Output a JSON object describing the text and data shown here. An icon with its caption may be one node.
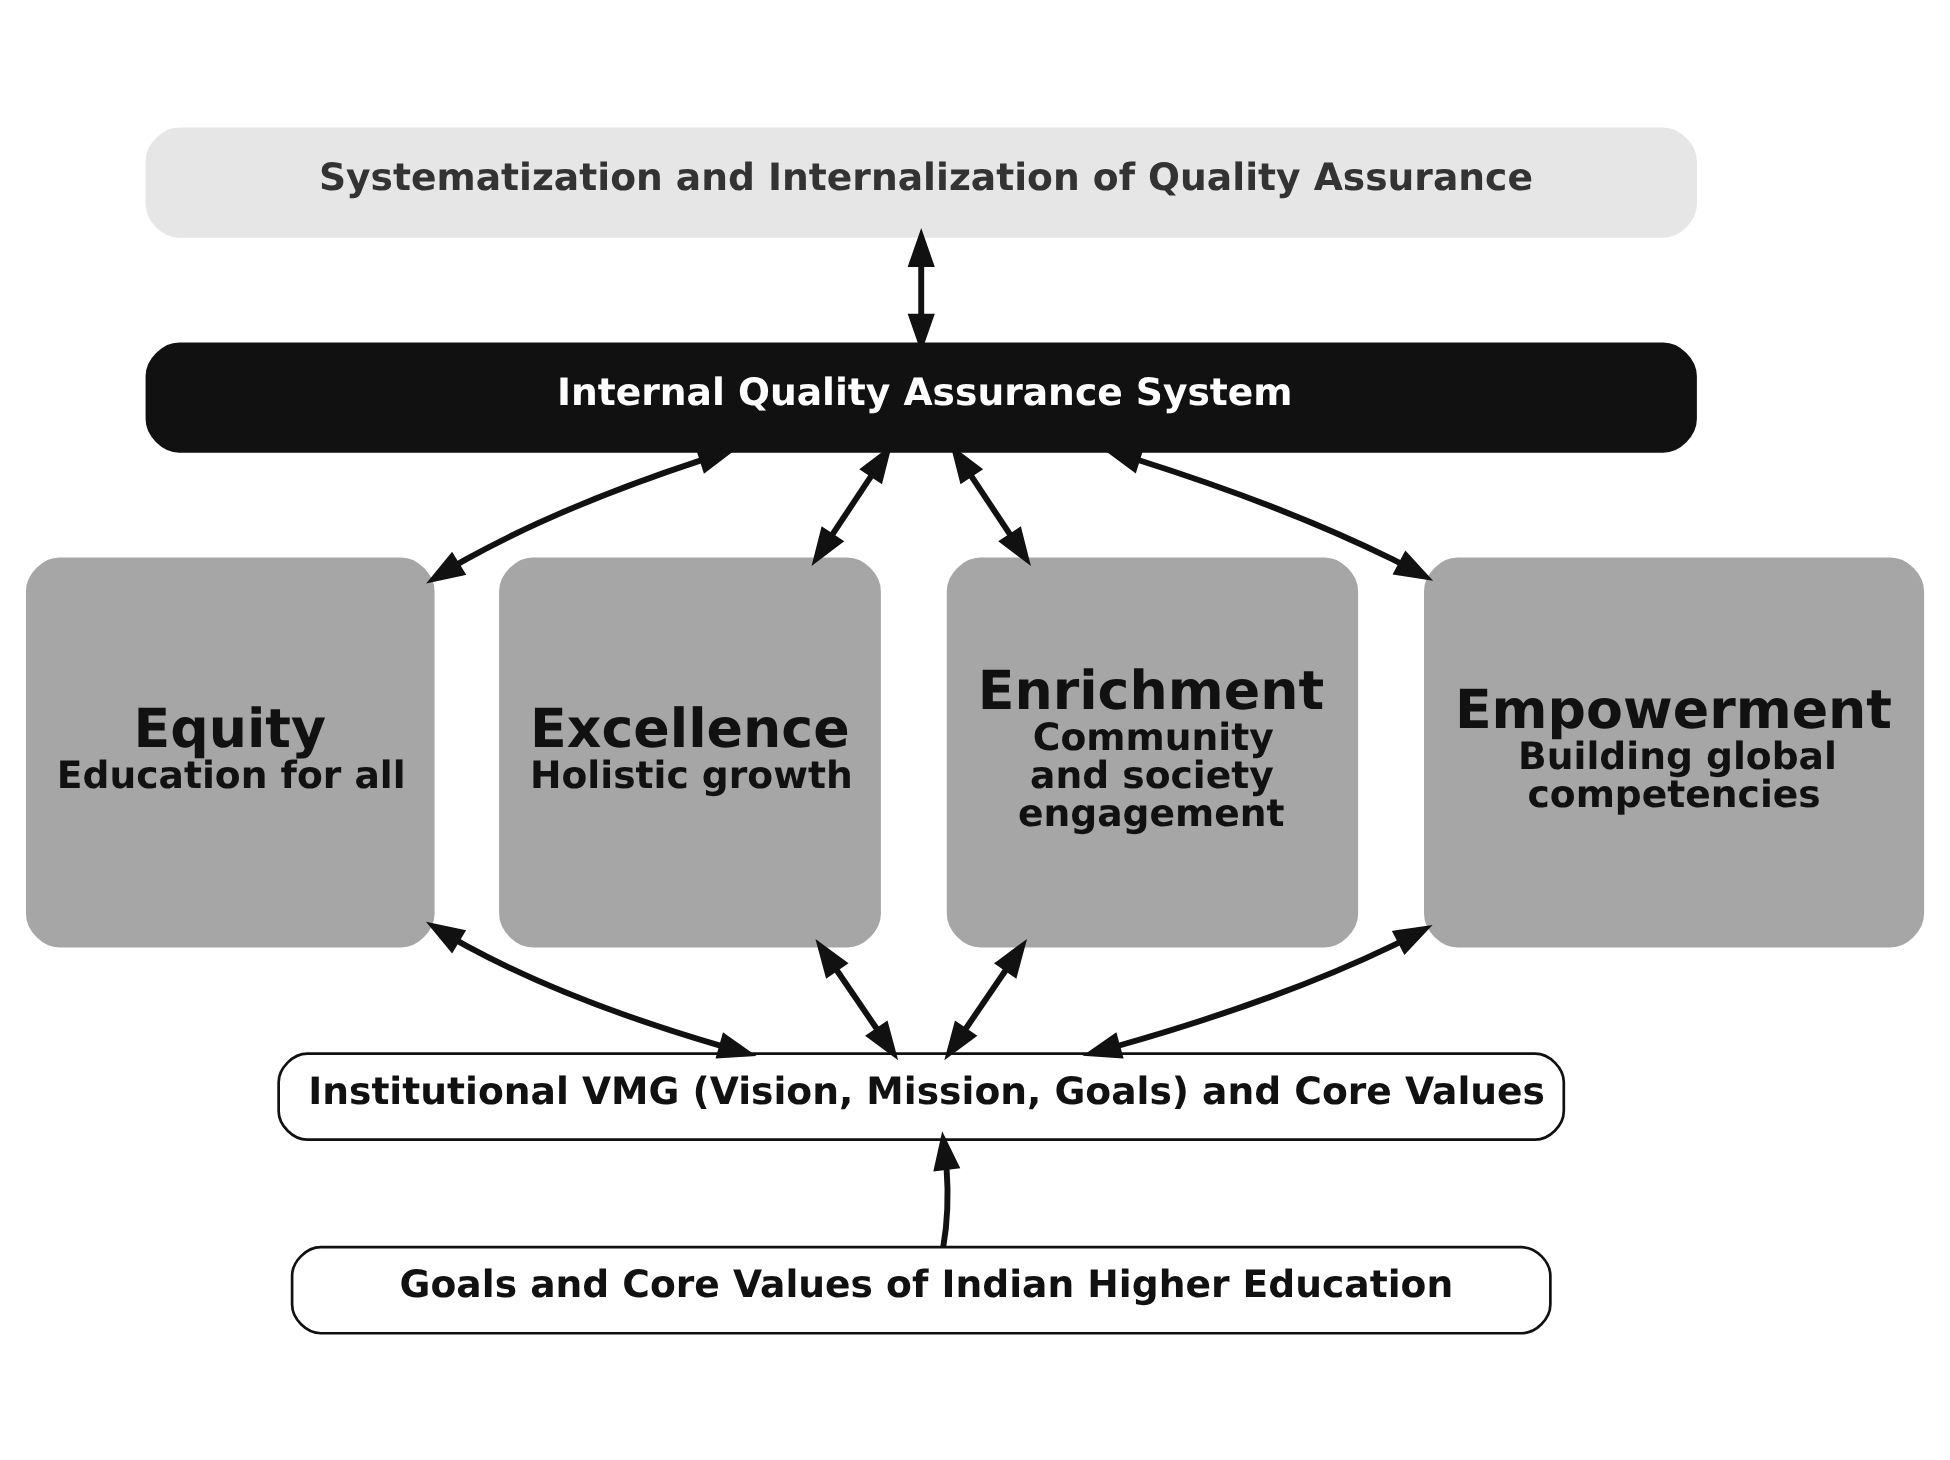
{
  "diagram": {
    "nodes": [
      {
        "text": [
          "Systematization and Internalization of Quality Assurance"
        ]
      },
      {
        "text": [
          "Internal Quality Assurance System"
        ]
      },
      {
        "text": [
          "Equity",
          "Education for all"
        ]
      },
      {
        "text": [
          "Excellence",
          "Holistic growth"
        ]
      },
      {
        "text": [
          "Enrichment",
          "Community and society engagement"
        ]
      },
      {
        "text": [
          "Empowerment",
          "Building global competencies"
        ]
      },
      {
        "text": [
          "Institutional VMG (Vision, Mission, Goals) and Core Values"
        ]
      },
      {
        "text": [
          "Goals and Core Values of Indian Higher Education"
        ]
      }
    ],
    "edges": [
      {
        "from": 0,
        "to": 1,
        "arrow": "both"
      },
      {
        "from": 1,
        "to": 2,
        "arrow": "both"
      },
      {
        "from": 1,
        "to": 3,
        "arrow": "both"
      },
      {
        "from": 1,
        "to": 4,
        "arrow": "both"
      },
      {
        "from": 1,
        "to": 5,
        "arrow": "both"
      },
      {
        "from": 2,
        "to": 6,
        "arrow": "both"
      },
      {
        "from": 3,
        "to": 6,
        "arrow": "both"
      },
      {
        "from": 4,
        "to": 6,
        "arrow": "both"
      },
      {
        "from": 5,
        "to": 6,
        "arrow": "both"
      },
      {
        "from": 7,
        "to": 6,
        "arrow": "to"
      }
    ]
  }
}
